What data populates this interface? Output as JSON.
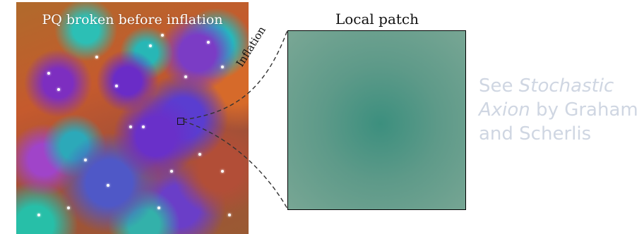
{
  "left_panel": {
    "title": "PQ broken before inflation"
  },
  "right_panel": {
    "title": "Local patch"
  },
  "arrow": {
    "label": "Inflation"
  },
  "note": {
    "prefix": "See ",
    "emphasis": "Stochastic Axion",
    "suffix": " by Graham and Scherlis",
    "color": "#cfd6e2"
  },
  "colors": {
    "patch_center": "#3c8f7e",
    "patch_edge": "#7aa795",
    "field_orange": "#c55a2d",
    "field_purple": "#6a2cc7",
    "field_teal": "#27b7b6"
  }
}
